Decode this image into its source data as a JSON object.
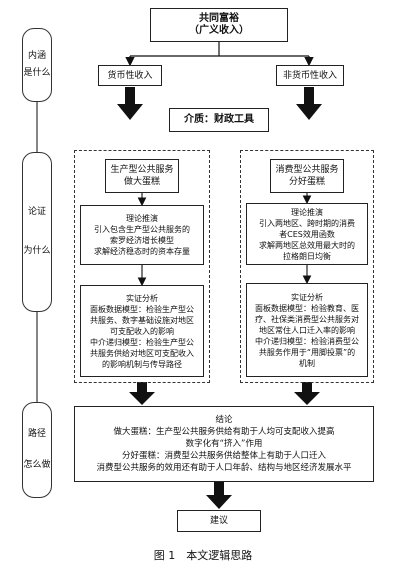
{
  "side": {
    "what": [
      "内涵",
      "是什么"
    ],
    "why": [
      "论证",
      "为什么"
    ],
    "how": [
      "路径",
      "怎么做"
    ]
  },
  "top": {
    "line1": "共同富裕",
    "line2": "（广义收入）"
  },
  "monetary": "货币性收入",
  "nonmonetary": "非货币性收入",
  "medium": "介质：财政工具",
  "left": {
    "head1": "生产型公共服务",
    "head2": "做大蛋糕",
    "theory": [
      "理论推演",
      "引入包含生产型公共服务的",
      "索罗经济增长模型",
      "求解经济稳态时的资本存量"
    ],
    "empirical": [
      "实证分析",
      "面板数据模型：检验生产型公",
      "共服务、数字基础设施对地区",
      "可支配收入的影响",
      "中介递归模型：检验生产型公",
      "共服务供给对地区可支配收入",
      "的影响机制与传导路径"
    ]
  },
  "right": {
    "head1": "消费型公共服务",
    "head2": "分好蛋糕",
    "theory": [
      "理论推演",
      "引入两地区、跨时期的消费",
      "者CES效用函数",
      "求解两地区总效用最大时的",
      "拉格朗日均衡"
    ],
    "empirical": [
      "实证分析",
      "面板数据模型：检验教育、医",
      "疗、社保类消费型公共服务对",
      "地区常住人口迁入率的影响",
      "中介递归模型：检验消费型公",
      "共服务作用于“用脚投票”的",
      "机制"
    ]
  },
  "conclusion": [
    "结论",
    "做大蛋糕：生产型公共服务供给有助于人均可支配收入提高",
    "数字化有“挤入”作用",
    "分好蛋糕：消费型公共服务供给整体上有助于人口迁入",
    "消费型公共服务的效用还有助于人口年龄、结构与地区经济发展水平"
  ],
  "suggestion": "建议",
  "caption": "图 1　本文逻辑思路"
}
